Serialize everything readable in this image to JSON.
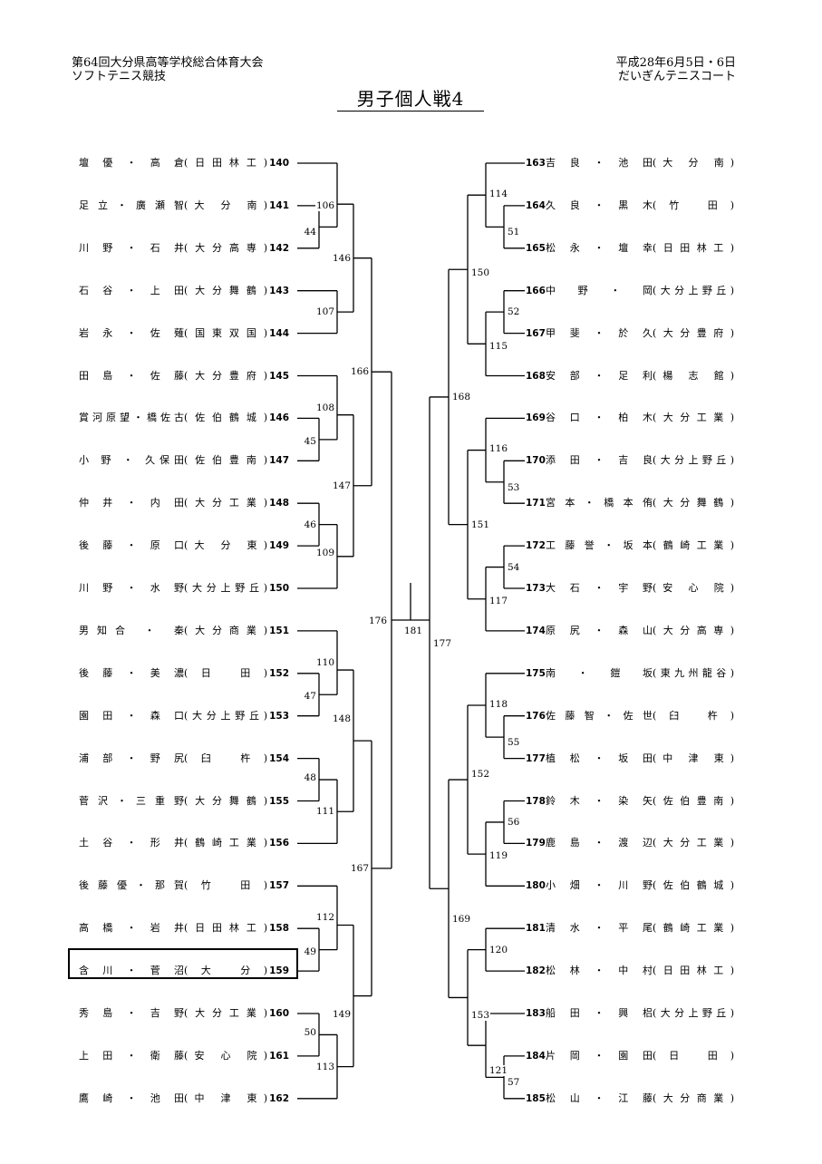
{
  "header": {
    "left_line1": "第64回大分県高等学校総合体育大会",
    "left_line2": "ソフトテニス競技",
    "right_line1": "平成28年6月5日・6日",
    "right_line2": "だいぎんテニスコート",
    "title": "男子個人戦4"
  },
  "left_entries": [
    {
      "name": "壇 優 ・ 高 倉",
      "school": "(日田林工)",
      "no": "140"
    },
    {
      "name": "足立・廣瀬智",
      "school": "(大 分 南)",
      "no": "141"
    },
    {
      "name": "川 野 ・ 石 井",
      "school": "(大分高専)",
      "no": "142"
    },
    {
      "name": "石 谷 ・ 上 田",
      "school": "(大分舞鶴)",
      "no": "143"
    },
    {
      "name": "岩 永 ・ 佐 薙",
      "school": "(国東双国)",
      "no": "144"
    },
    {
      "name": "田 島 ・ 佐 藤",
      "school": "(大分豊府)",
      "no": "145"
    },
    {
      "name": "賞河原望・橋佐古",
      "school": "(佐伯鶴城)",
      "no": "146"
    },
    {
      "name": "小 野 ・ 久保田",
      "school": "(佐伯豊南)",
      "no": "147"
    },
    {
      "name": "仲 井 ・ 内 田",
      "school": "(大分工業)",
      "no": "148"
    },
    {
      "name": "後 藤 ・ 原 口",
      "school": "(大 分 東)",
      "no": "149"
    },
    {
      "name": "川 野 ・ 水 野",
      "school": "(大分上野丘)",
      "no": "150"
    },
    {
      "name": "男知合 ・ 秦",
      "school": "(大分商業)",
      "no": "151"
    },
    {
      "name": "後 藤 ・ 美 濃",
      "school": "(日 田)",
      "no": "152"
    },
    {
      "name": "園 田 ・ 森 口",
      "school": "(大分上野丘)",
      "no": "153"
    },
    {
      "name": "浦 部 ・ 野 尻",
      "school": "(臼 杵)",
      "no": "154"
    },
    {
      "name": "菅沢・三重野",
      "school": "(大分舞鶴)",
      "no": "155"
    },
    {
      "name": "土 谷 ・ 形 井",
      "school": "(鶴崎工業)",
      "no": "156"
    },
    {
      "name": "後藤優・那賀",
      "school": "(竹 田)",
      "no": "157"
    },
    {
      "name": "高 橋 ・ 岩 井",
      "school": "(日田林工)",
      "no": "158"
    },
    {
      "name": "含 川 ・ 菅 沼",
      "school": "(大 分)",
      "no": "159"
    },
    {
      "name": "秀 島 ・ 吉 野",
      "school": "(大分工業)",
      "no": "160"
    },
    {
      "name": "上 田 ・ 衛 藤",
      "school": "(安 心 院)",
      "no": "161"
    },
    {
      "name": "鷹 崎 ・ 池 田",
      "school": "(中 津 東)",
      "no": "162"
    }
  ],
  "right_entries": [
    {
      "no": "163",
      "name": "吉 良 ・ 池 田",
      "school": "(大 分 南)"
    },
    {
      "no": "164",
      "name": "久 良 ・ 黒 木",
      "school": "(竹 田)"
    },
    {
      "no": "165",
      "name": "松 永 ・ 壇 幸",
      "school": "(日田林工)"
    },
    {
      "no": "166",
      "name": "中 野 ・ 岡",
      "school": "(大分上野丘)"
    },
    {
      "no": "167",
      "name": "甲 斐 ・ 於 久",
      "school": "(大分豊府)"
    },
    {
      "no": "168",
      "name": "安 部 ・ 足 利",
      "school": "(楊 志 館)"
    },
    {
      "no": "169",
      "name": "谷 口 ・ 柏 木",
      "school": "(大分工業)"
    },
    {
      "no": "170",
      "name": "添 田 ・ 吉 良",
      "school": "(大分上野丘)"
    },
    {
      "no": "171",
      "name": "宮本・橋本侑",
      "school": "(大分舞鶴)"
    },
    {
      "no": "172",
      "name": "工藤誉・坂本",
      "school": "(鶴崎工業)"
    },
    {
      "no": "173",
      "name": "大 石 ・ 宇 野",
      "school": "(安 心 院)"
    },
    {
      "no": "174",
      "name": "原 尻 ・ 森 山",
      "school": "(大分高専)"
    },
    {
      "no": "175",
      "name": "南 ・ 鎧 坂",
      "school": "(東九州龍谷)"
    },
    {
      "no": "176",
      "name": "佐藤智・佐世",
      "school": "(臼 杵)"
    },
    {
      "no": "177",
      "name": "植 松 ・ 坂 田",
      "school": "(中 津 東)"
    },
    {
      "no": "178",
      "name": "鈴 木 ・ 染 矢",
      "school": "(佐伯豊南)"
    },
    {
      "no": "179",
      "name": "鹿 島 ・ 渡 辺",
      "school": "(大分工業)"
    },
    {
      "no": "180",
      "name": "小 畑 ・ 川 野",
      "school": "(佐伯鶴城)"
    },
    {
      "no": "181",
      "name": "清 水 ・ 平 尾",
      "school": "(鶴崎工業)"
    },
    {
      "no": "182",
      "name": "松 林 ・ 中 村",
      "school": "(日田林工)"
    },
    {
      "no": "183",
      "name": "船 田 ・ 興 梠",
      "school": "(大分上野丘)"
    },
    {
      "no": "184",
      "name": "片 岡 ・ 園 田",
      "school": "(日 田)"
    },
    {
      "no": "185",
      "name": "松 山 ・ 江 藤",
      "school": "(大分商業)"
    }
  ],
  "match_labels": {
    "44": "44",
    "45": "45",
    "46": "46",
    "47": "47",
    "48": "48",
    "49": "49",
    "50": "50",
    "51": "51",
    "52": "52",
    "53": "53",
    "54": "54",
    "55": "55",
    "56": "56",
    "57": "57",
    "106": "106",
    "107": "107",
    "108": "108",
    "109": "109",
    "110": "110",
    "111": "111",
    "112": "112",
    "113": "113",
    "114": "114",
    "115": "115",
    "116": "116",
    "117": "117",
    "118": "118",
    "119": "119",
    "120": "120",
    "121": "121",
    "146": "146",
    "147": "147",
    "148": "148",
    "149": "149",
    "150": "150",
    "151": "151",
    "152": "152",
    "153": "153",
    "166": "166",
    "167": "167",
    "168": "168",
    "169": "169",
    "176": "176",
    "177": "177",
    "181": "181"
  }
}
